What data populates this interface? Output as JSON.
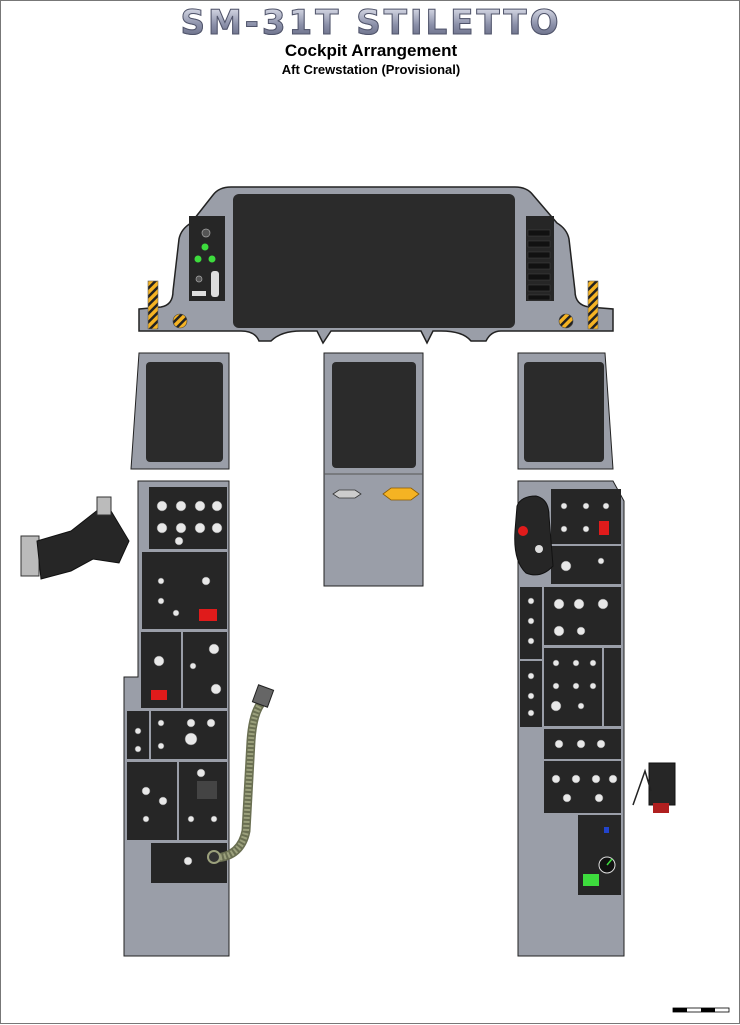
{
  "header": {
    "title": "SM-31T STILETTO",
    "subtitle": "Cockpit Arrangement",
    "caption": "Aft Crewstation (Provisional)"
  },
  "colors": {
    "panel_gray": "#9a9ea8",
    "panel_dark": "#262626",
    "screen": "#2b2b2b",
    "caution_yellow": "#f5b323",
    "warning_red": "#e01b1b",
    "indicator_green": "#3ddc3d",
    "hose": "#8b9170"
  }
}
